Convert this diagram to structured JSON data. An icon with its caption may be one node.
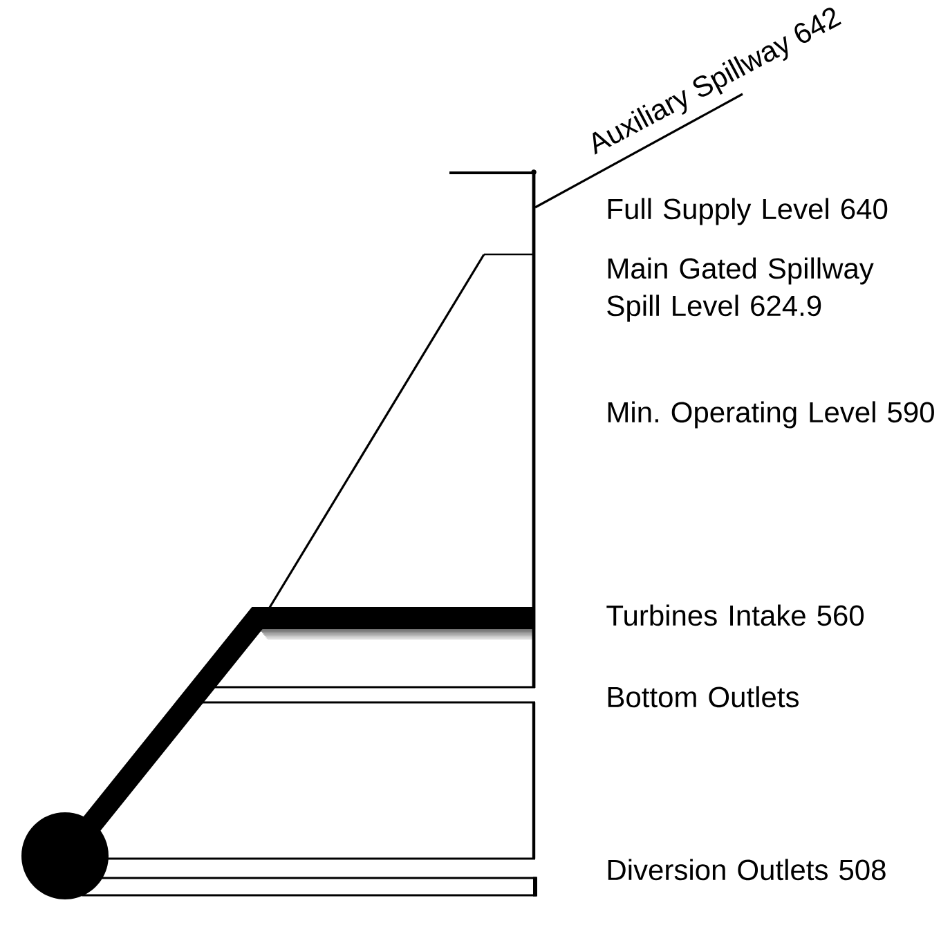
{
  "diagram": {
    "labels": [
      "Auxiliary Spillway 642",
      "Full Supply Level 640",
      "Main Gated Spillway Spill Level 624.9",
      "Min. Operating Level 590",
      "Turbines Intake 560",
      "Bottom Outlets",
      "Diversion Outlets 508"
    ]
  }
}
